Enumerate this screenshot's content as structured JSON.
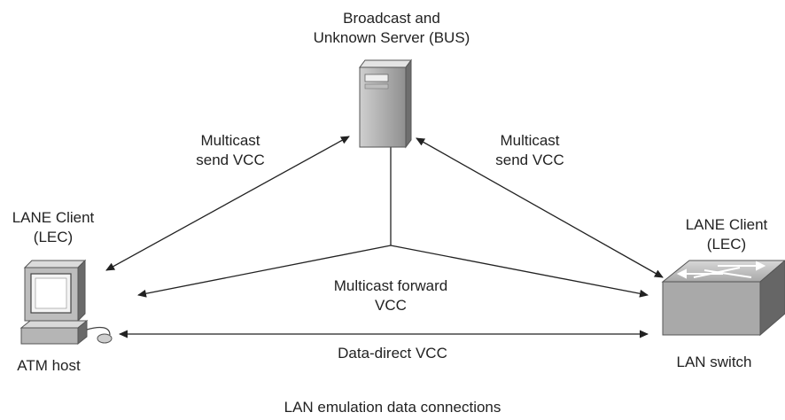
{
  "bus": {
    "label_line1": "Broadcast and",
    "label_line2": "Unknown Server (BUS)"
  },
  "left_client": {
    "label_line1": "LANE Client",
    "label_line2": "(LEC)",
    "device_label": "ATM host"
  },
  "right_client": {
    "label_line1": "LANE Client",
    "label_line2": "(LEC)",
    "device_label": "LAN switch"
  },
  "connections": {
    "send_left": {
      "line1": "Multicast",
      "line2": "send VCC"
    },
    "send_right": {
      "line1": "Multicast",
      "line2": "send VCC"
    },
    "forward": {
      "line1": "Multicast forward",
      "line2": "VCC"
    },
    "direct": {
      "label": "Data-direct VCC"
    }
  },
  "caption": "LAN emulation data connections"
}
